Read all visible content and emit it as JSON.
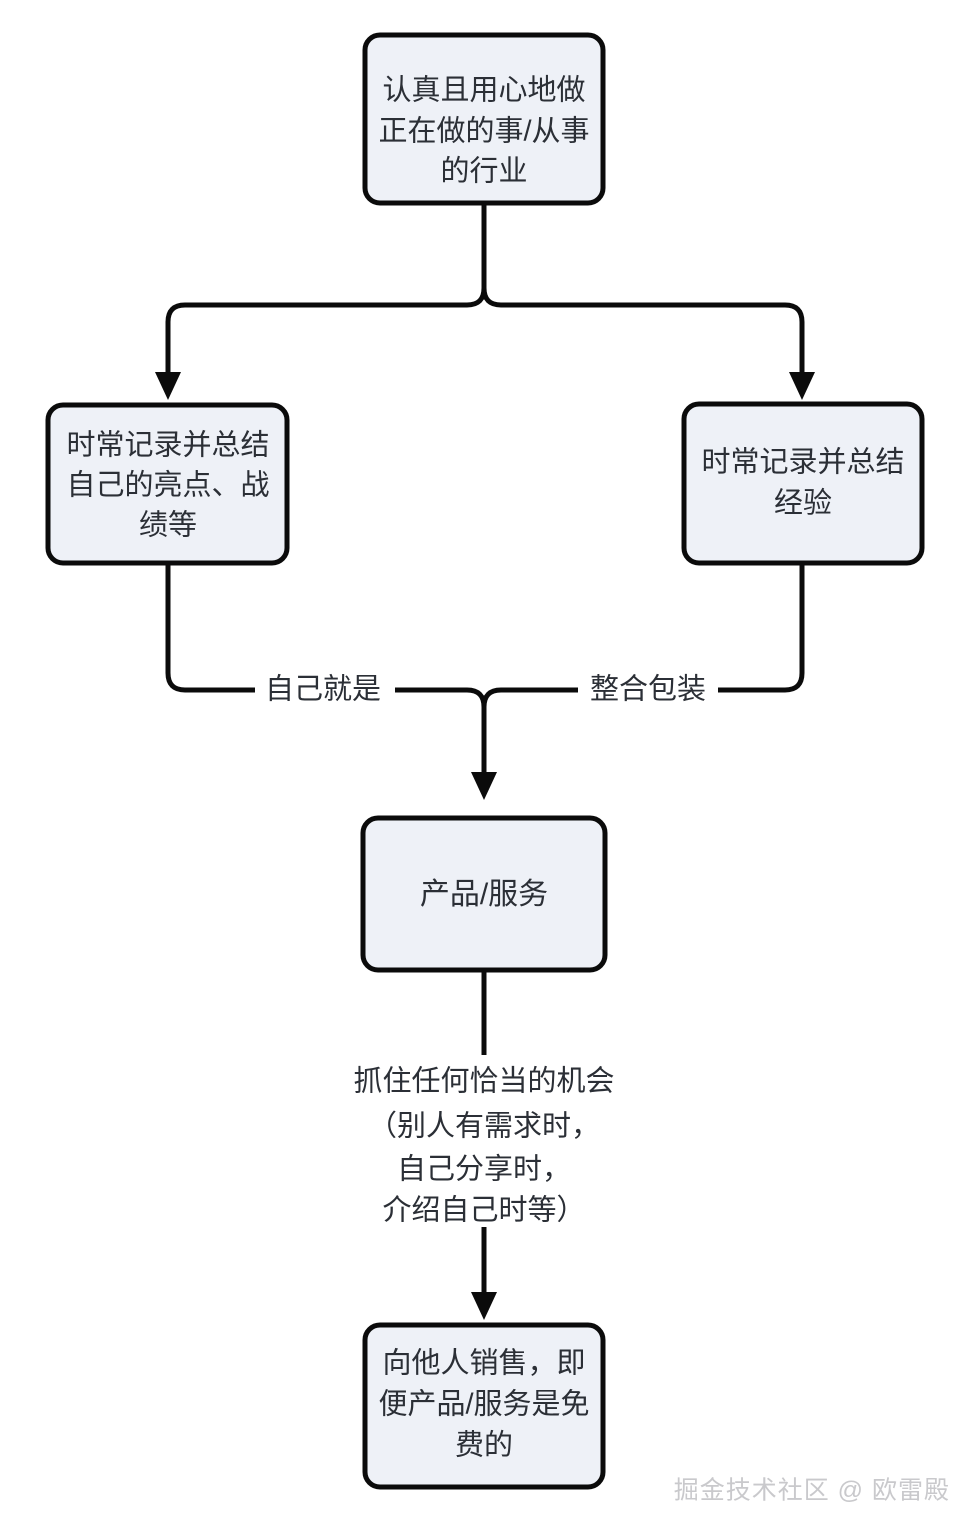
{
  "diagram": {
    "type": "flowchart",
    "direction": "top-down",
    "background_color": "#ffffff",
    "node_fill_color": "#eef1f7",
    "node_stroke_color": "#0b0b0b",
    "text_color": "#2b2f36",
    "nodes": [
      {
        "id": "n1",
        "lines": [
          "认真且用心地做",
          "正在做的事/从事",
          "的行业"
        ]
      },
      {
        "id": "n2",
        "lines": [
          "时常记录并总结",
          "自己的亮点、战",
          "绩等"
        ]
      },
      {
        "id": "n3",
        "lines": [
          "时常记录并总结",
          "经验"
        ]
      },
      {
        "id": "n4",
        "lines": [
          "产品/服务"
        ]
      },
      {
        "id": "n5",
        "lines": [
          "向他人销售，即",
          "便产品/服务是免",
          "费的"
        ]
      }
    ],
    "edge_labels": [
      {
        "id": "e-left",
        "lines": [
          "自己就是"
        ]
      },
      {
        "id": "e-right",
        "lines": [
          "整合包装"
        ]
      },
      {
        "id": "e-bottom",
        "lines": [
          "抓住任何恰当的机会",
          "（别人有需求时，",
          "自己分享时，",
          "介绍自己时等）"
        ]
      }
    ]
  },
  "watermark": {
    "text": "掘金技术社区 @ 欧雷殿",
    "color": "#c9c9cc"
  }
}
